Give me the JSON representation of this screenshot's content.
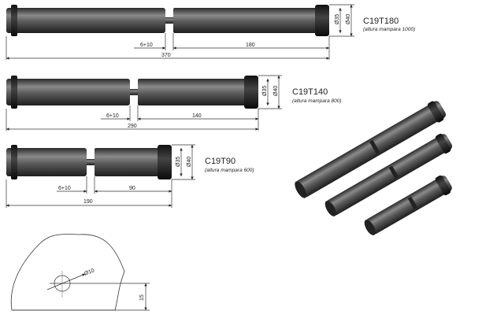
{
  "title": "Pernos de bisagra C19T",
  "models": [
    {
      "code": "C19T180",
      "subtitle": "(altura mampara 1000)",
      "gap": "6+10",
      "length": "180",
      "total": "370",
      "d_inner": "Ø35",
      "d_outer": "Ø40"
    },
    {
      "code": "C19T140",
      "subtitle": "(altura mampara 800)",
      "gap": "6+10",
      "length": "140",
      "total": "290",
      "d_inner": "Ø35",
      "d_outer": "Ø40"
    },
    {
      "code": "C19T90",
      "subtitle": "(altura mampara 600)",
      "gap": "6+10",
      "length": "90",
      "total": "190",
      "d_inner": "Ø35",
      "d_outer": "Ø40"
    }
  ],
  "hole_detail": {
    "diameter": "Ø10",
    "offset": "15"
  },
  "colors": {
    "rod": "#4a4a4a",
    "collar": "#1a1a1a",
    "line": "#333333"
  }
}
